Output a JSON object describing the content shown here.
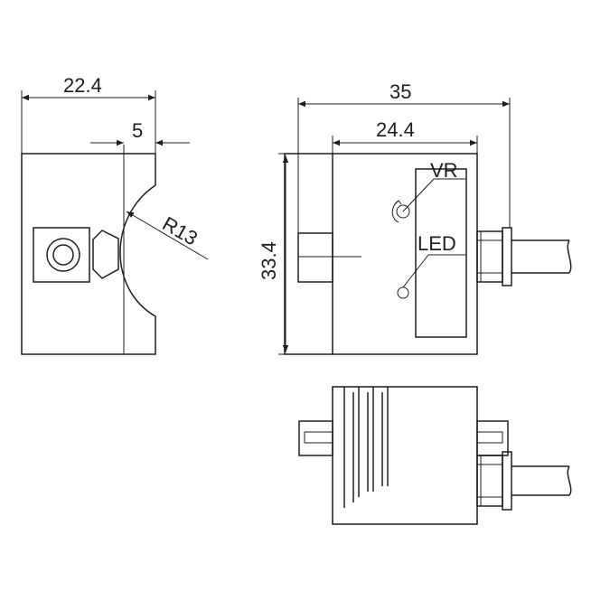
{
  "dimensions": {
    "side_width": "22.4",
    "side_offset": "5",
    "radius": "R13",
    "front_total_width": "35",
    "front_body_width": "24.4",
    "front_height": "33.4"
  },
  "callouts": {
    "vr": "VR",
    "led": "LED"
  }
}
